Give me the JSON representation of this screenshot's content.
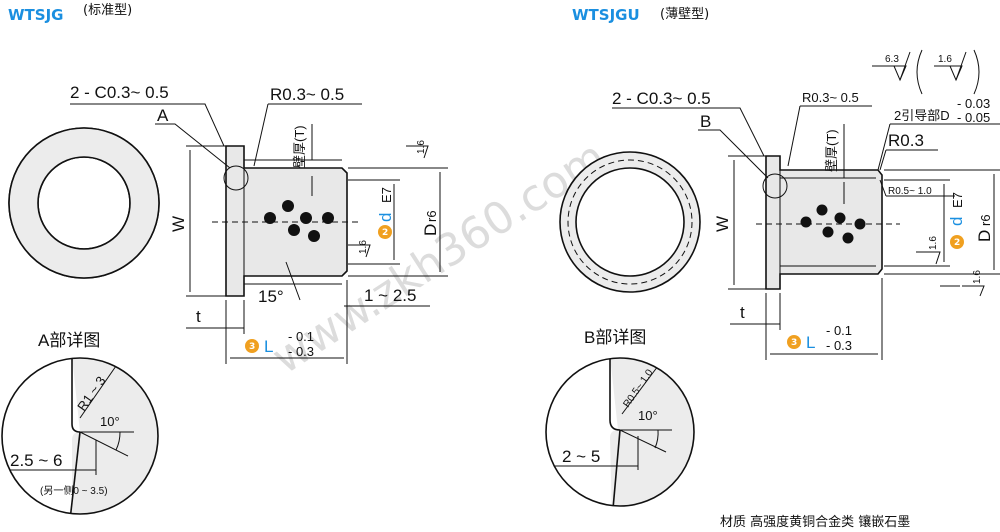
{
  "left": {
    "title": "WTSJG",
    "subtitle": "(标准型)",
    "chamfer": "2 - C0.3~ 0.5",
    "marker": "A",
    "radius": "R0.3~ 0.5",
    "wall": "壁厚(T)",
    "w": "W",
    "d": "d",
    "d_tol": "E7",
    "D": "D",
    "D_tol": "r6",
    "rough_1": "1.6",
    "rough_2": "1.6",
    "angle": "15°",
    "ext": "1 ~ 2.5",
    "t": "t",
    "L": "L",
    "L_tol_up": "- 0.1",
    "L_tol_dn": "- 0.3",
    "badge_d": "2",
    "badge_L": "3",
    "detail_title": "A部详图",
    "detail_r": "R1 ~ 3",
    "detail_ang": "10°",
    "detail_len": "2.5 ~ 6",
    "detail_note": "(另一侧0 ~ 3.5)"
  },
  "right": {
    "title": "WTSJGU",
    "subtitle": "(薄壁型)",
    "rough_top_1": "6.3",
    "rough_top_2": "1.6",
    "chamfer": "2 - C0.3~ 0.5",
    "marker": "B",
    "radius": "R0.3~ 0.5",
    "wall": "壁厚(T)",
    "guide": "2引导部D",
    "guide_tol_up": "- 0.03",
    "guide_tol_dn": "- 0.05",
    "r03": "R0.3",
    "r05": "R0.5~ 1.0",
    "w": "W",
    "d": "d",
    "d_tol": "E7",
    "D": "D",
    "D_tol": "r6",
    "rough_1": "1.6",
    "rough_2": "1.6",
    "t": "t",
    "L": "L",
    "L_tol_up": "- 0.1",
    "L_tol_dn": "- 0.3",
    "badge_d": "2",
    "badge_L": "3",
    "detail_title": "B部详图",
    "detail_r": "R0.5~ 1.0",
    "detail_ang": "10°",
    "detail_len": "2 ~ 5"
  },
  "material": "材质  高强度黄铜合金类  镶嵌石墨",
  "watermark": "www.zkh360.com"
}
